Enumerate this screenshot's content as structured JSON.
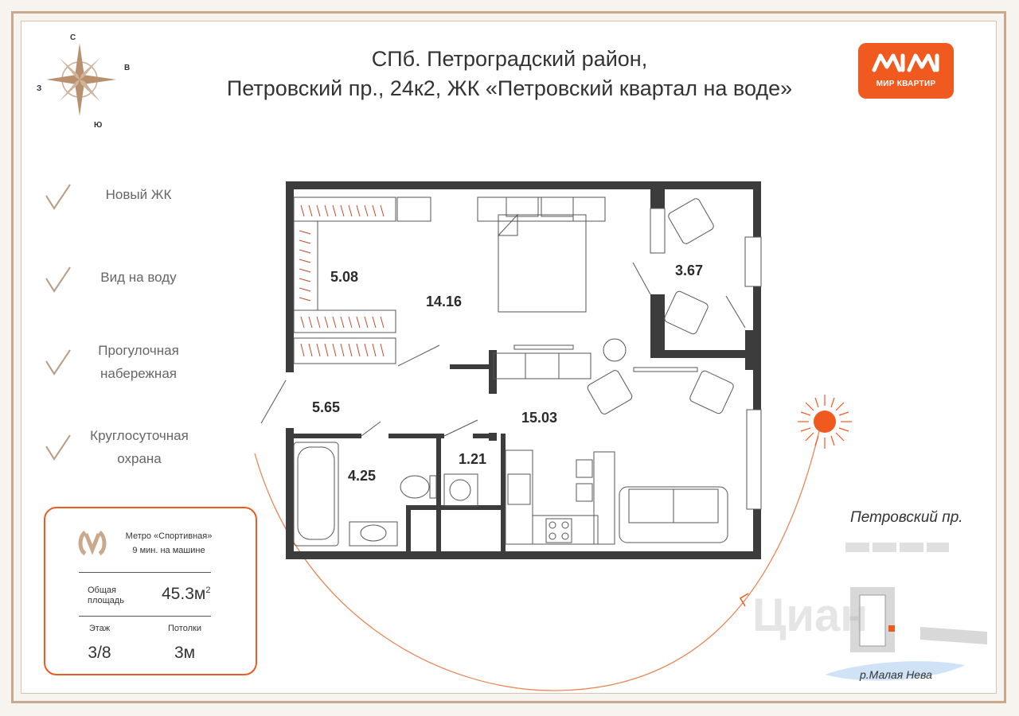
{
  "title": {
    "line1": "СПб. Петроградский район,",
    "line2": "Петровский пр., 24к2, ЖК «Петровский квартал на воде»"
  },
  "brand": {
    "name": "МИР КВАРТИР",
    "color": "#f05a1e"
  },
  "compass": {
    "north": "С",
    "east": "В",
    "west": "З",
    "south": "Ю"
  },
  "features": [
    {
      "label": "Новый ЖК"
    },
    {
      "label": "Вид на воду"
    },
    {
      "label": "Прогулочная набережная"
    },
    {
      "label": "Круглосуточная охрана"
    }
  ],
  "info": {
    "metro_line1": "Метро «Спортивная»",
    "metro_line2": "9 мин. на машине",
    "area_label": "Общая площадь",
    "area_value": "45.3м",
    "area_unit_sup": "2",
    "floor_label": "Этаж",
    "floor_value": "3/8",
    "ceiling_label": "Потолки",
    "ceiling_value": "3м"
  },
  "rooms": {
    "closet": "5.08",
    "bedroom": "14.16",
    "balcony": "3.67",
    "hall": "5.65",
    "living_kitchen": "15.03",
    "bathroom": "4.25",
    "wc": "1.21"
  },
  "location": {
    "street": "Петровский пр.",
    "river": "р.Малая Нева"
  },
  "watermark": "Циан",
  "colors": {
    "accent": "#f05a1e",
    "frame": "#c8a98e",
    "wall": "#3c3c3c",
    "checkmark": "#b89a80"
  }
}
